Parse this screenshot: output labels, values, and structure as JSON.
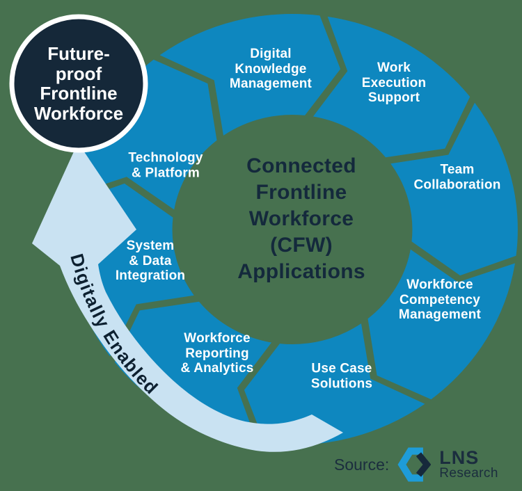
{
  "palette": {
    "background_green": "#47714F",
    "segment_blue": "#0E87BF",
    "arrow_light_blue": "#C9E2F2",
    "goal_circle_navy": "#152839",
    "center_text_navy": "#14293C",
    "arrow_text_navy": "#0D2030",
    "source_text_navy": "#1B2D3E",
    "logo_blue": "#1E9CD8",
    "label_white": "#FFFFFF"
  },
  "center": {
    "label": "Connected\nFrontline\nWorkforce\n(CFW)\nApplications"
  },
  "goal_circle": {
    "label": "Future-\nproof\nFrontline\nWorkforce"
  },
  "arrow": {
    "label": "Digitally Enabled"
  },
  "segments": [
    {
      "id": "digital-knowledge-management",
      "label": "Digital\nKnowledge\nManagement"
    },
    {
      "id": "work-execution-support",
      "label": "Work\nExecution\nSupport"
    },
    {
      "id": "team-collaboration",
      "label": "Team\nCollaboration"
    },
    {
      "id": "workforce-competency-management",
      "label": "Workforce\nCompetency\nManagement"
    },
    {
      "id": "use-case-solutions",
      "label": "Use Case\nSolutions"
    },
    {
      "id": "workforce-reporting-analytics",
      "label": "Workforce\nReporting\n& Analytics"
    },
    {
      "id": "system-data-integration",
      "label": "System\n& Data\nIntegration"
    },
    {
      "id": "technology-platform",
      "label": "Technology\n& Platform"
    }
  ],
  "source": {
    "prefix": "Source:",
    "logo_line1": "LNS",
    "logo_line2": "Research"
  }
}
